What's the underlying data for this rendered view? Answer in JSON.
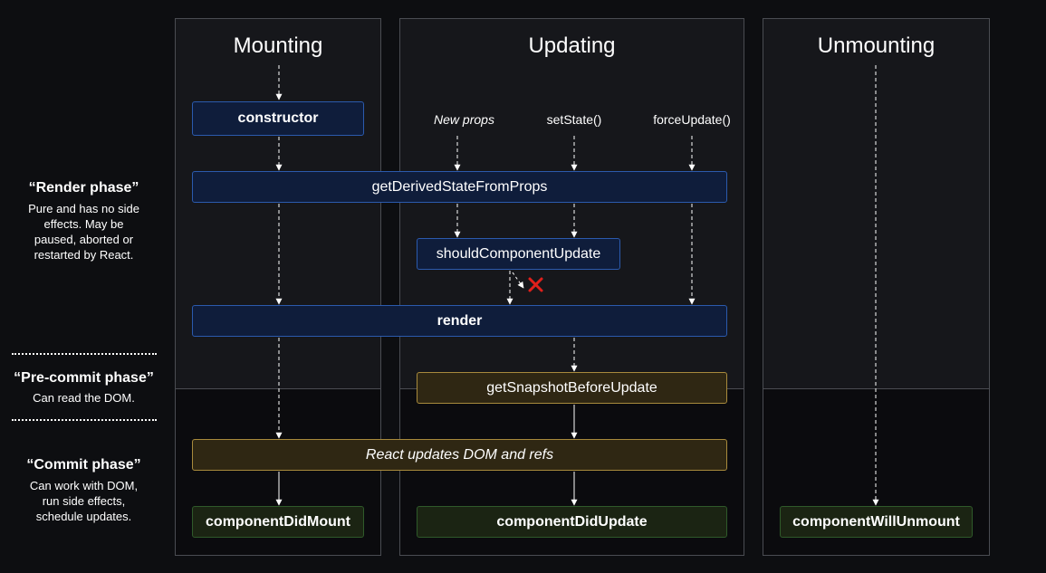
{
  "columns": {
    "mounting": "Mounting",
    "updating": "Updating",
    "unmounting": "Unmounting"
  },
  "phases": {
    "render": {
      "title": "“Render phase”",
      "desc": [
        "Pure and has no side",
        "effects. May be",
        "paused, aborted or",
        "restarted by React."
      ]
    },
    "precommit": {
      "title": "“Pre-commit phase”",
      "desc": [
        "Can read the DOM."
      ]
    },
    "commit": {
      "title": "“Commit phase”",
      "desc": [
        "Can work with DOM,",
        "run side effects,",
        "schedule updates."
      ]
    }
  },
  "triggers": {
    "new_props": "New props",
    "set_state": "setState()",
    "force_update": "forceUpdate()"
  },
  "methods": {
    "constructor": "constructor",
    "get_derived_state": "getDerivedStateFromProps",
    "should_update": "shouldComponentUpdate",
    "render": "render",
    "get_snapshot": "getSnapshotBeforeUpdate",
    "react_updates": "React updates DOM and refs",
    "did_mount": "componentDidMount",
    "did_update": "componentDidUpdate",
    "will_unmount": "componentWillUnmount"
  },
  "colors": {
    "render_box": "#0f1d3b",
    "render_border": "#2b5aad",
    "precommit_box": "#2f2713",
    "precommit_border": "#a88a3c",
    "commit_box": "#1b2413",
    "commit_border": "#2f5a2a",
    "cross": "#e0201b"
  }
}
